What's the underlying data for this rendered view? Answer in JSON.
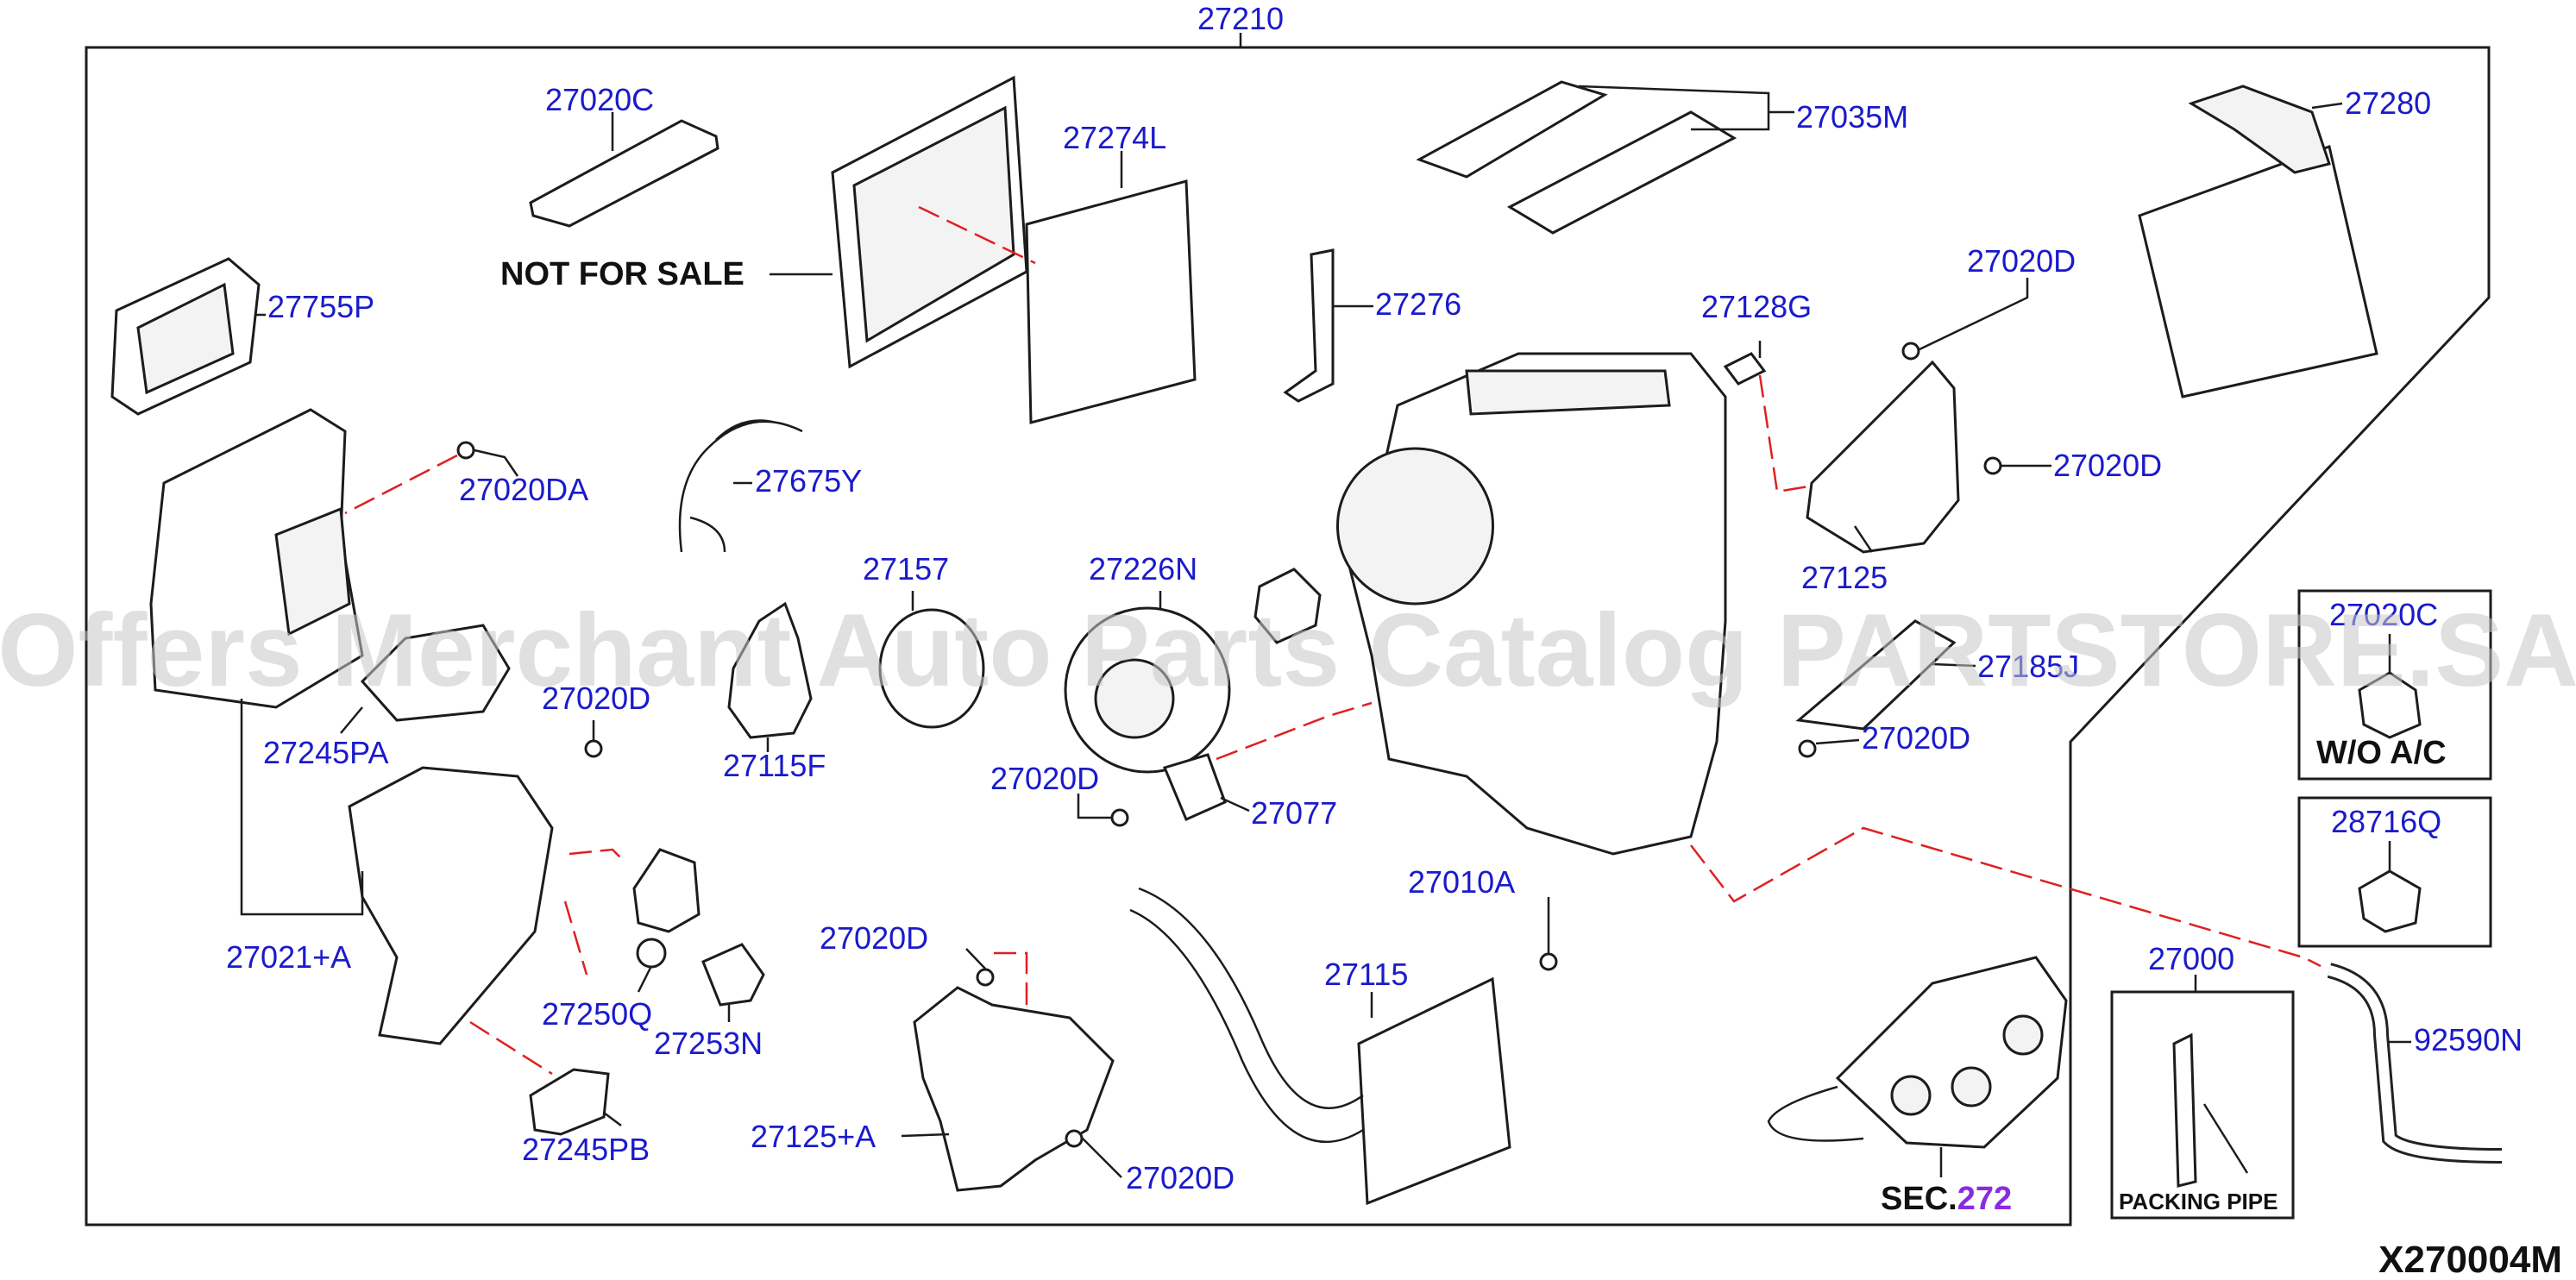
{
  "labels": {
    "assembly": "27210",
    "p27020C_top": "27020C",
    "p27274L": "27274L",
    "not_for_sale": "NOT FOR SALE",
    "p27035M": "27035M",
    "p27280": "27280",
    "p27755P": "27755P",
    "p27276": "27276",
    "p27128G": "27128G",
    "p27020D_a": "27020D",
    "p27020DA": "27020DA",
    "p27675Y": "27675Y",
    "p27020D_b": "27020D",
    "p27125": "27125",
    "p27157": "27157",
    "p27226N": "27226N",
    "p27185J": "27185J",
    "p27245PA": "27245PA",
    "p27020D_c": "27020D",
    "p27115F": "27115F",
    "p27020D_d": "27020D",
    "p27020D_e": "27020D",
    "p27077": "27077",
    "p27010A": "27010A",
    "p27021A": "27021+A",
    "p27250Q": "27250Q",
    "p27253N": "27253N",
    "p27020D_f": "27020D",
    "p27115": "27115",
    "p27000": "27000",
    "p92590N": "92590N",
    "p27245PB": "27245PB",
    "p27125A": "27125+A",
    "p27020D_g": "27020D",
    "sec_prefix": "SEC.",
    "sec_number": "272",
    "diagram_code": "X270004M"
  },
  "boxes": {
    "wo_ac_part": "27020C",
    "wo_ac_note": "W/O  A/C",
    "p28716Q": "28716Q",
    "packing_pipe": "PACKING PIPE"
  },
  "watermark": "Offers Merchant Auto Parts Catalog PARTSTORE.SA",
  "colors": {
    "label_blue": "#1a1acc",
    "dash_red": "#e02020",
    "section_purple": "#8a2be2"
  }
}
